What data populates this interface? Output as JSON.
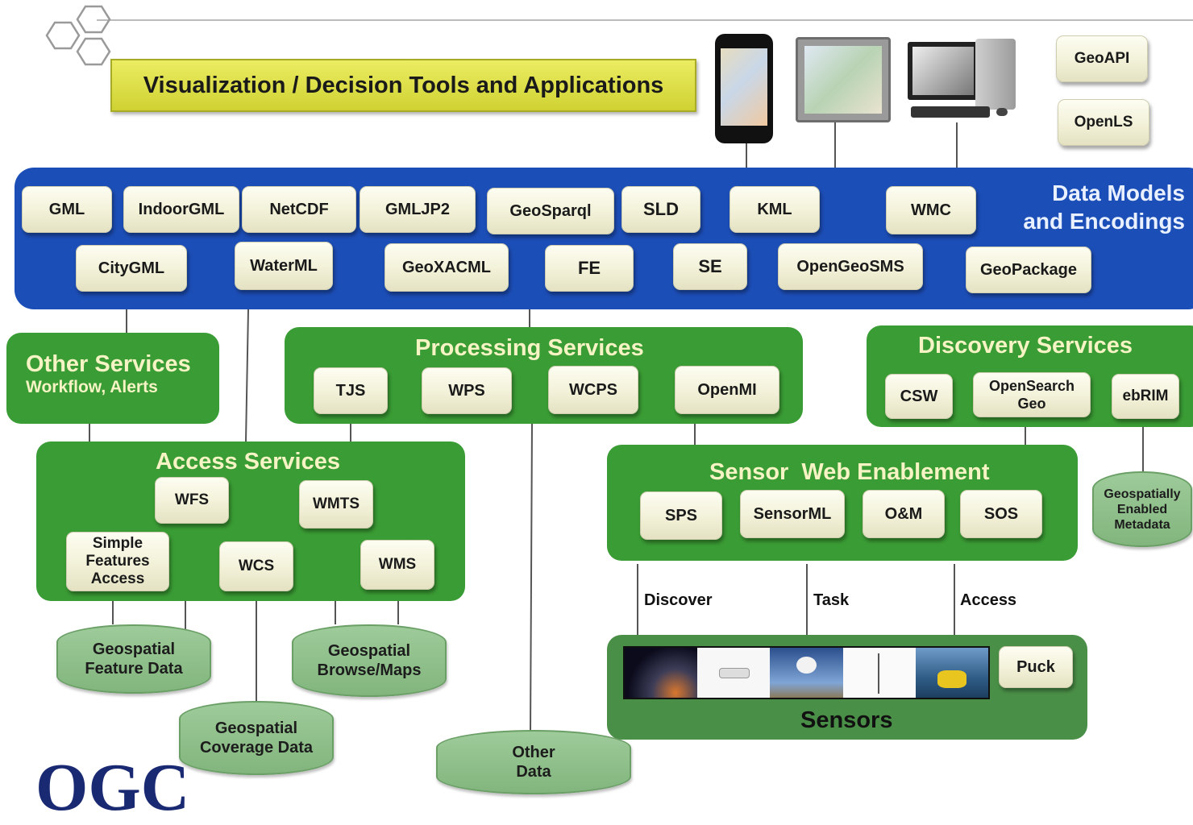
{
  "banner": {
    "title": "Visualization / Decision Tools and Applications"
  },
  "side_boxes": [
    "GeoAPI",
    "OpenLS"
  ],
  "data_models": {
    "title_line1": "Data Models",
    "title_line2": "and Encodings",
    "row1": [
      "GML",
      "IndoorGML",
      "NetCDF",
      "GMLJP2",
      "GeoSparql",
      "SLD",
      "KML",
      "WMC"
    ],
    "row2": [
      "CityGML",
      "WaterML",
      "GeoXACML",
      "FE",
      "SE",
      "OpenGeoSMS",
      "GeoPackage"
    ]
  },
  "other_services": {
    "title": "Other Services",
    "subtitle": "Workflow, Alerts"
  },
  "processing_services": {
    "title": "Processing Services",
    "items": [
      "TJS",
      "WPS",
      "WCPS",
      "OpenMI"
    ]
  },
  "discovery_services": {
    "title": "Discovery Services",
    "items": [
      "CSW",
      "OpenSearch\nGeo",
      "ebRIM"
    ]
  },
  "access_services": {
    "title": "Access Services",
    "items": [
      "WFS",
      "WMTS",
      "Simple\nFeatures\nAccess",
      "WCS",
      "WMS"
    ]
  },
  "sensor_web": {
    "title": "Sensor  Web Enablement",
    "items": [
      "SPS",
      "SensorML",
      "O&M",
      "SOS"
    ]
  },
  "flows": [
    "Discover",
    "Task",
    "Access"
  ],
  "sensors": {
    "title": "Sensors",
    "puck": "Puck"
  },
  "data_stores": {
    "feature": "Geospatial\nFeature Data",
    "browse": "Geospatial\nBrowse/Maps",
    "coverage": "Geospatial\nCoverage Data",
    "other": "Other\nData",
    "metadata": "Geospatially\nEnabled\nMetadata"
  },
  "logo_text": "OGC",
  "colors": {
    "blue": "#1c4eb7",
    "green": "#3a9c34",
    "banner_yellow": "#dcdc45",
    "cylinder": "#90c18b"
  }
}
